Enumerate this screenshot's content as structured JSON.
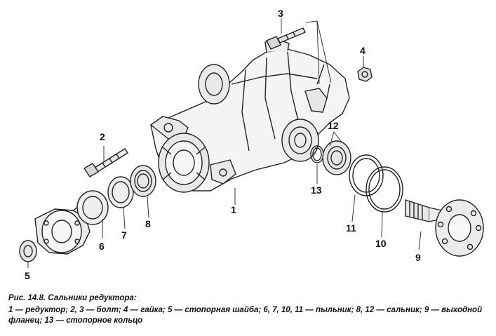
{
  "figure": {
    "title": "Рис. 14.8. Сальники редуктора:",
    "legend": "1 — редуктор; 2, 3 — болт; 4 — гайка; 5 — стопорная шайба; 6, 7, 10, 11 — пыльник; 8, 12 — сальник; 9 — выходной фланец; 13 — стопорное кольцо"
  },
  "callouts": [
    "1",
    "2",
    "3",
    "4",
    "5",
    "6",
    "7",
    "8",
    "9",
    "10",
    "11",
    "12",
    "13"
  ]
}
